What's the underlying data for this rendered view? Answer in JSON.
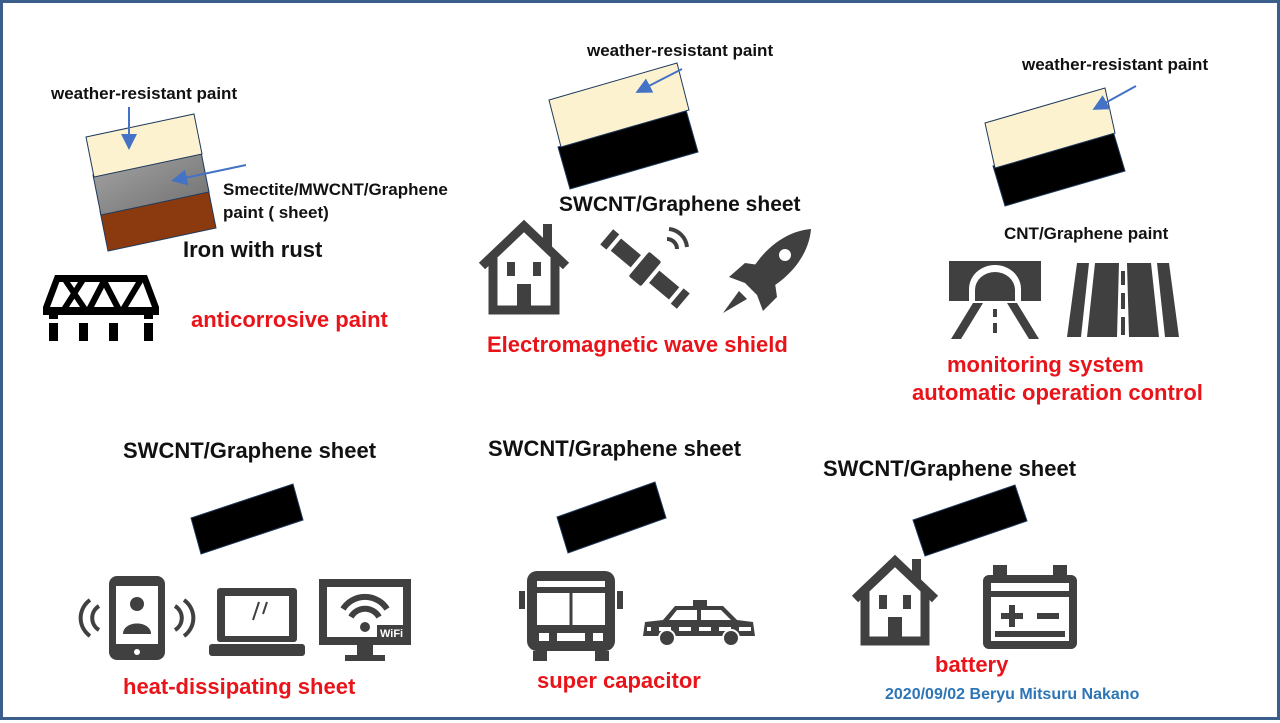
{
  "colors": {
    "cream": "#fdf2d0",
    "gray": "#8c8c8c",
    "rust": "#8b3a0f",
    "black": "#000000",
    "arrow": "#4472c4",
    "icon": "#404040",
    "red": "#e8141a",
    "blue": "#2e75b6",
    "border": "#3b5d8a"
  },
  "panels": {
    "anticorrosion": {
      "layer_top": "weather-resistant paint",
      "layer_mid_line1": "Smectite/MWCNT/Graphene",
      "layer_mid_line2": "paint ( sheet)",
      "substrate": "Iron with rust",
      "application": "anticorrosive paint",
      "icons": [
        "bridge-icon"
      ]
    },
    "em_shield": {
      "layer_top": "weather-resistant paint",
      "material": "SWCNT/Graphene  sheet",
      "application": "Electromagnetic wave shield",
      "icons": [
        "house-icon",
        "satellite-icon",
        "rocket-icon"
      ]
    },
    "monitoring": {
      "layer_top": "weather-resistant paint",
      "material": "CNT/Graphene paint",
      "application_line1": "monitoring system",
      "application_line2": "automatic operation control",
      "icons": [
        "tunnel-icon",
        "road-icon"
      ]
    },
    "heat": {
      "material": "SWCNT/Graphene sheet",
      "application": "heat-dissipating sheet",
      "icons": [
        "smartphone-icon",
        "laptop-icon",
        "wifi-monitor-icon"
      ],
      "wifi_label": "WiFi"
    },
    "capacitor": {
      "material": "SWCNT/Graphene sheet",
      "application": "super capacitor",
      "icons": [
        "bus-icon",
        "taxi-icon"
      ]
    },
    "battery": {
      "material": "SWCNT/Graphene sheet",
      "application": "battery",
      "icons": [
        "house-icon",
        "car-battery-icon"
      ]
    }
  },
  "credit": "2020/09/02 Beryu Mitsuru Nakano"
}
